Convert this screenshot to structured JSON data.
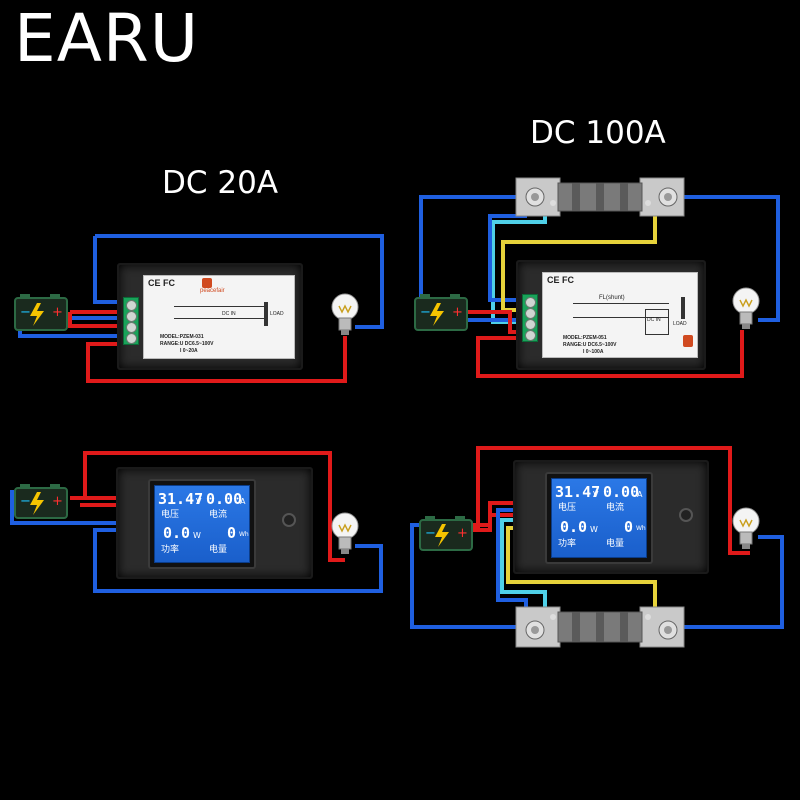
{
  "brand": "EARU",
  "titles": {
    "dc20": "DC 20A",
    "dc100": "DC 100A"
  },
  "label_plate": {
    "certs": "CE FC",
    "logo_text": "peacefair",
    "dc_in": "DC IN",
    "load": "LOAD",
    "shunt": "FL(shunt)"
  },
  "module_20a": {
    "model": "MODEL:PZEM-031",
    "range_u": "RANGE:U DC6.5~100V",
    "range_i": "I 0~20A"
  },
  "module_100a": {
    "model": "MODEL:PZEM-051",
    "range_u": "RANGE:U DC6.5~100V",
    "range_i": "I 0~100A"
  },
  "lcd": {
    "voltage": "31.47",
    "voltage_unit": "V",
    "current": "0.00",
    "current_unit": "A",
    "power": "0.0",
    "power_unit": "W",
    "energy": "0",
    "energy_unit": "Wh",
    "cap_voltage": "电压",
    "cap_current": "电流",
    "cap_power": "功率",
    "cap_energy": "电量"
  },
  "colors": {
    "blue_wire": "#1f5fe0",
    "red_wire": "#e01a1a",
    "yellow_wire": "#e6d23a",
    "cyan_wire": "#4fd0e8",
    "lcd_blue": "#1e6bd8",
    "terminal_green": "#19a35a"
  },
  "icons": [
    "battery-icon",
    "bulb-icon",
    "shunt-icon",
    "terminal-screw-icon"
  ]
}
